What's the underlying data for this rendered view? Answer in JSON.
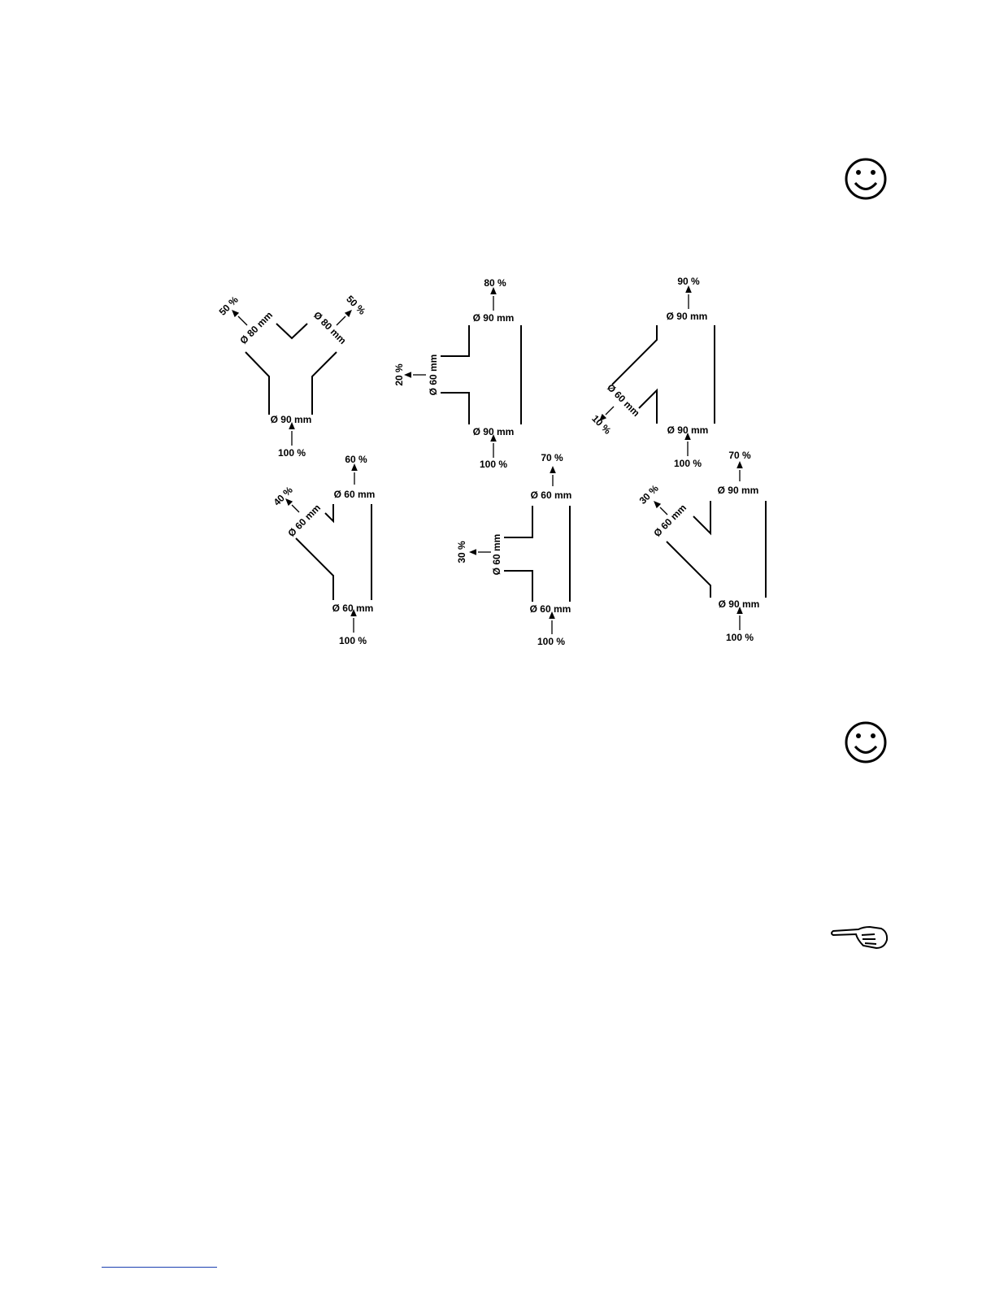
{
  "icons": {
    "top": "smiley-icon",
    "middle": "smiley-icon",
    "bottom": "pointing-hand-icon"
  },
  "diagrams": [
    {
      "id": "y-split",
      "labels": {
        "inlet_pct": "100 %",
        "inlet_dia": "Ø 90 mm",
        "left_dia": "Ø 80 mm",
        "left_pct": "50 %",
        "right_dia": "Ø 80 mm",
        "right_pct": "50 %"
      }
    },
    {
      "id": "tee-90",
      "labels": {
        "inlet_pct": "100 %",
        "inlet_dia": "Ø 90 mm",
        "outlet_dia": "Ø 90 mm",
        "outlet_pct": "80 %",
        "branch_dia": "Ø 60 mm",
        "branch_pct": "20 %"
      }
    },
    {
      "id": "angle-90",
      "labels": {
        "inlet_pct": "100 %",
        "inlet_dia": "Ø 90 mm",
        "outlet_dia": "Ø 90 mm",
        "outlet_pct": "90 %",
        "branch_dia": "Ø 60 mm",
        "branch_pct": "10 %"
      }
    },
    {
      "id": "angle-60",
      "labels": {
        "inlet_pct": "100 %",
        "inlet_dia": "Ø 60 mm",
        "outlet_dia": "Ø 60 mm",
        "outlet_pct": "60 %",
        "branch_dia": "Ø 60 mm",
        "branch_pct": "40 %"
      }
    },
    {
      "id": "tee-60",
      "labels": {
        "inlet_pct": "100 %",
        "inlet_dia": "Ø 60 mm",
        "outlet_dia": "Ø 60 mm",
        "outlet_pct": "70 %",
        "branch_dia": "Ø 60 mm",
        "branch_pct": "30 %"
      }
    },
    {
      "id": "angle-90b",
      "labels": {
        "inlet_pct": "100 %",
        "inlet_dia": "Ø 90 mm",
        "outlet_dia": "Ø 90 mm",
        "outlet_pct": "70 %",
        "branch_dia": "Ø 60 mm",
        "branch_pct": "30 %"
      }
    }
  ]
}
